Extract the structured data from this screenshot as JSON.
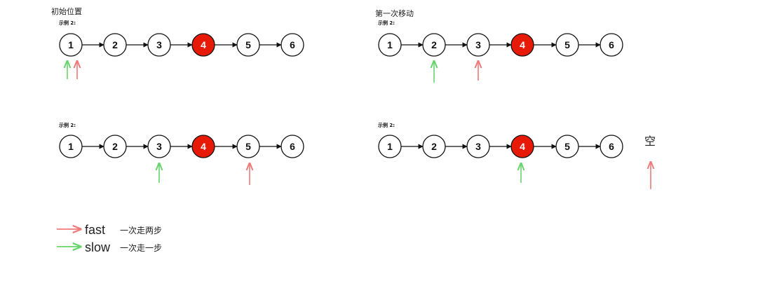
{
  "colors": {
    "fast": "#f07a7a",
    "slow": "#67d46c",
    "highlight": "#e61a06",
    "node_stroke": "#111111",
    "node_fill": "#ffffff",
    "text": "#222222"
  },
  "panels": [
    {
      "id": "initial",
      "caption": "初始位置",
      "subcaption": "示例 2:",
      "nodes": [
        "1",
        "2",
        "3",
        "4",
        "5",
        "6"
      ],
      "highlight_index": 3,
      "slow_index": 0,
      "fast_index": 0
    },
    {
      "id": "first-move",
      "caption": "第一次移动",
      "subcaption": "示例 2:",
      "nodes": [
        "1",
        "2",
        "3",
        "4",
        "5",
        "6"
      ],
      "highlight_index": 3,
      "slow_index": 1,
      "fast_index": 2
    },
    {
      "id": "second-move",
      "caption": "",
      "subcaption": "示例 2:",
      "nodes": [
        "1",
        "2",
        "3",
        "4",
        "5",
        "6"
      ],
      "highlight_index": 3,
      "slow_index": 2,
      "fast_index": 4
    },
    {
      "id": "third-move",
      "caption": "",
      "subcaption": "示例 2:",
      "nodes": [
        "1",
        "2",
        "3",
        "4",
        "5",
        "6"
      ],
      "highlight_index": 3,
      "slow_index": 3,
      "fast_index": "null",
      "empty_label": "空"
    }
  ],
  "legend": {
    "fast": {
      "label": "fast",
      "desc": "一次走两步"
    },
    "slow": {
      "label": "slow",
      "desc": "一次走一步"
    }
  }
}
